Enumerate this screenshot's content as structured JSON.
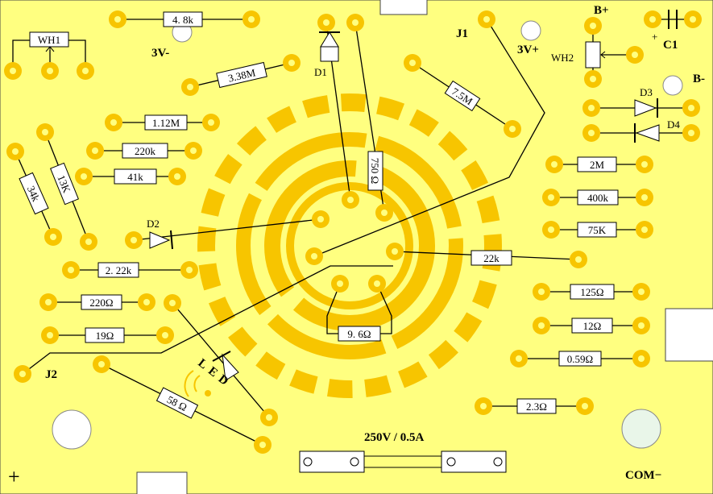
{
  "board": {
    "background": "#ffff80",
    "copper": "#f7c500",
    "hole": "#ffff80",
    "trace": "#000000"
  },
  "labels": {
    "b_plus": "B+",
    "b_minus": "B-",
    "c1": "C1",
    "c1_plus": "+",
    "j1": "J1",
    "j2": "J2",
    "v3_minus": "3V-",
    "v3_plus": "3V+",
    "wh2": "WH2",
    "d1": "D1",
    "d2": "D2",
    "d3": "D3",
    "d4": "D4",
    "led": "LED",
    "fuse": "250V / 0.5A",
    "com": "COM−",
    "plus": "+"
  },
  "resistors": {
    "r_4_8k": "4. 8k",
    "wh1": "WH1",
    "r_3_38m": "3.38M",
    "r_7_5m": "7.5M",
    "r_1_12m": "1.12M",
    "r_220k": "220k",
    "r_41k": "41k",
    "r_34k": "34k",
    "r_13k": "13K",
    "r_750": "750 Ω",
    "r_2m": "2M",
    "r_400k": "400k",
    "r_75k": "75K",
    "r_22k": "22k",
    "r_2_22k": "2. 22k",
    "r_220": "220Ω",
    "r_19": "19Ω",
    "r_9_6": "9. 6Ω",
    "r_58": "58 Ω",
    "r_125": "125Ω",
    "r_12": "12Ω",
    "r_0_59": "0.59Ω",
    "r_2_3": "2.3Ω"
  }
}
